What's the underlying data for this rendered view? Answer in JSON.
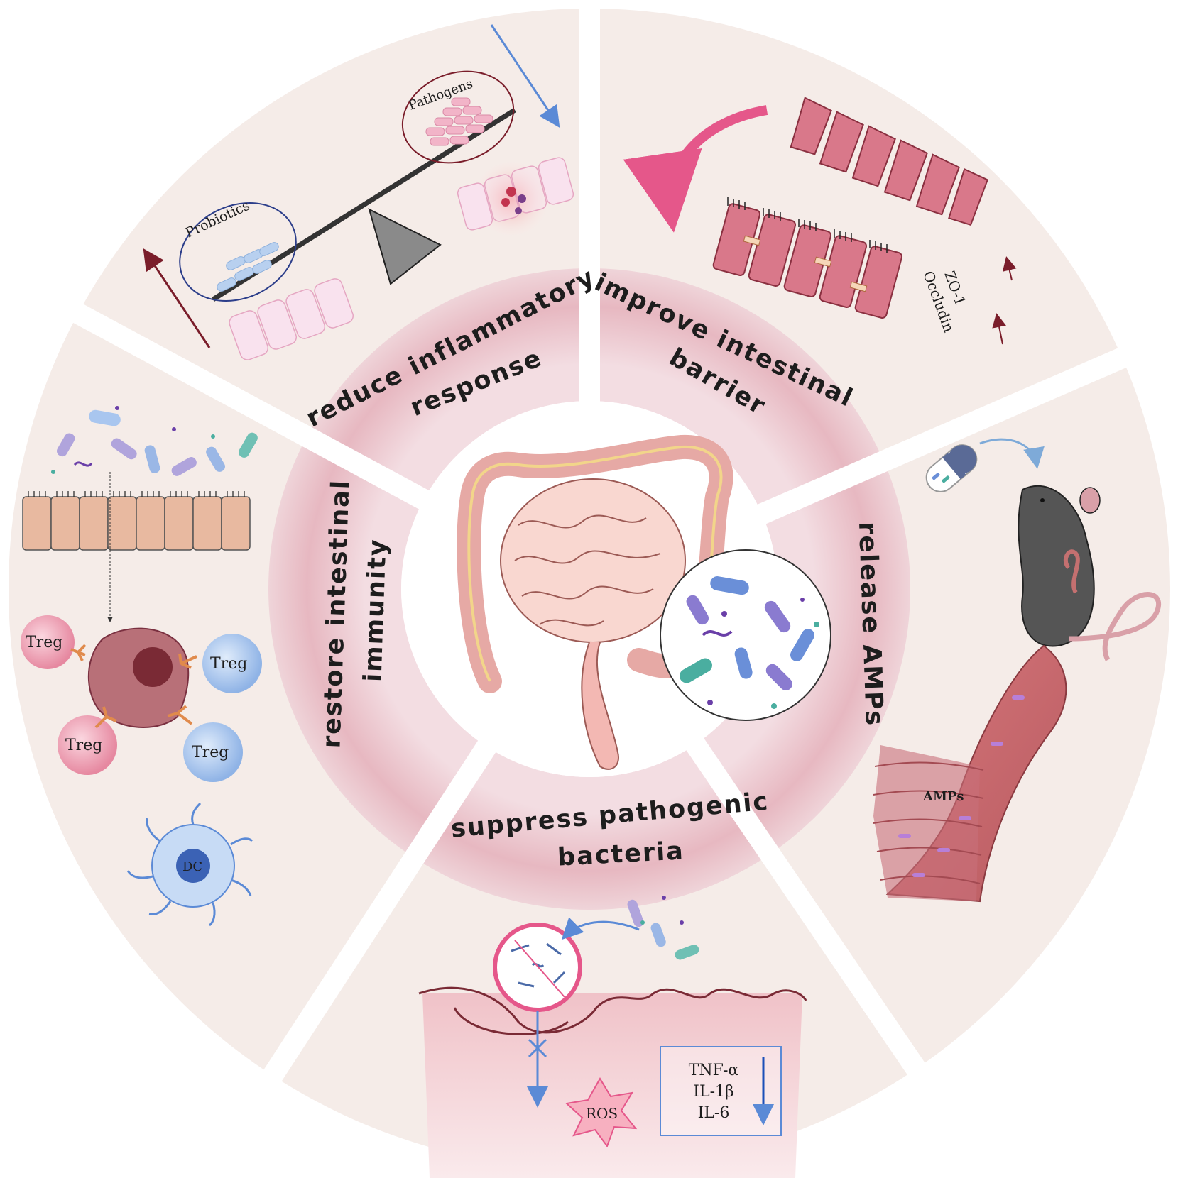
{
  "sections": {
    "reduce_inflammatory": {
      "line1": "reduce inflammatory",
      "line2": "response"
    },
    "improve_barrier": {
      "line1": "improve intestinal",
      "line2": "barrier"
    },
    "release_amps": {
      "line1": "release AMPs"
    },
    "suppress_pathogenic": {
      "line1": "suppress  pathogenic",
      "line2": "bacteria"
    },
    "restore_immunity": {
      "line1": "restore intestinal",
      "line2": "immunity"
    }
  },
  "balance": {
    "probiotics_label": "Probiotics",
    "pathogens_label": "Pathogens"
  },
  "barrier": {
    "zo1_label": "ZO-1",
    "occludin_label": "Occludin"
  },
  "amps": {
    "label": "AMPs"
  },
  "immunity": {
    "treg_label": "Treg",
    "dc_label": "DC"
  },
  "suppress": {
    "ros_label": "ROS",
    "cytokines": [
      "TNF-α",
      "IL-1β",
      "IL-6"
    ]
  },
  "colors": {
    "outer_ring": "#f5ece8",
    "middle_ring": "#e6b9c2",
    "inner_disc": "#ffffff",
    "cell_pink": "#e07c8e",
    "accent_blue": "#5b8ad6",
    "dark_red": "#7a1d2a"
  }
}
